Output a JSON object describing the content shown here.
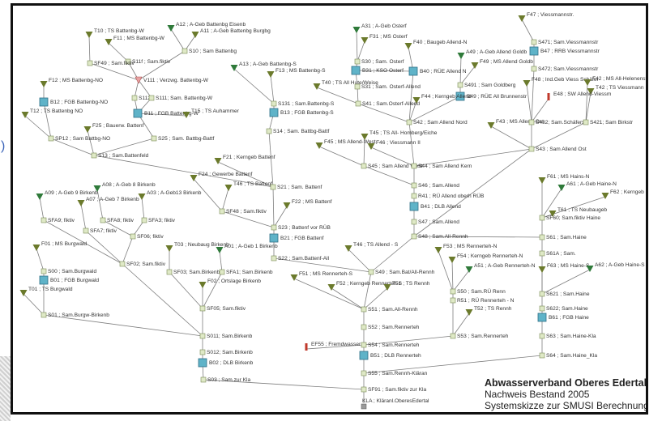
{
  "colors": {
    "basin": "#5fb3c8",
    "basin_stroke": "#2f6f86",
    "inflow": "#6b7a2c",
    "inflow_green": "#2f7a3a",
    "node": "#dfe9c6",
    "node_stroke": "#7a8a55",
    "edge": "#7e7e7e",
    "text": "#333333"
  },
  "title": {
    "line1": "Abwasserverband Oberes Edertal",
    "line2": "Nachweis Bestand 2005",
    "line3": "Systemskizze zur SMUSI Berechnung"
  },
  "side_mark": ")",
  "nodes": [
    {
      "id": "T10",
      "label": "T10 ; TS Battenbg-W",
      "kind": "inflow"
    },
    {
      "id": "A12",
      "label": "A12 ; A-Geb Battenbg Eisenb",
      "kind": "inflow_green"
    },
    {
      "id": "A11",
      "label": "A11 ; A-Geb Battenbg Burgbg",
      "kind": "inflow"
    },
    {
      "id": "F11",
      "label": "F11 ; MS Battenbg-W",
      "kind": "inflow"
    },
    {
      "id": "S10",
      "label": "S10 ; Sam Battenbg",
      "kind": "node"
    },
    {
      "id": "S11f",
      "label": "S11f ; Sam.fiktiv",
      "kind": "node"
    },
    {
      "id": "SF49",
      "label": "SF49 ; Sam.fiktiv",
      "kind": "node"
    },
    {
      "id": "V111",
      "label": "V111 ; Verzwg. Battenbg-W",
      "kind": "split"
    },
    {
      "id": "F12",
      "label": "F12 ; MS Battenbg-NO",
      "kind": "inflow"
    },
    {
      "id": "B12",
      "label": "B12 ; FGB Battenbg-NO",
      "kind": "basin"
    },
    {
      "id": "S112",
      "label": "S112;",
      "kind": "node"
    },
    {
      "id": "S111",
      "label": "S111; Sam. Battenbg-W",
      "kind": "node"
    },
    {
      "id": "B11",
      "label": "B11 ; FGB Battenbg-W",
      "kind": "basin"
    },
    {
      "id": "T15",
      "label": "T15 ; TS Auhammer",
      "kind": "inflow"
    },
    {
      "id": "T12",
      "label": "T12 ; TS Battenbg NO",
      "kind": "inflow"
    },
    {
      "id": "F25",
      "label": "F25 ; Bauerw. Battenf",
      "kind": "inflow"
    },
    {
      "id": "SP12",
      "label": "SP12 ; Sam Battbg-NO",
      "kind": "node"
    },
    {
      "id": "S25",
      "label": "S25 ; Sam. Battbg-Battf",
      "kind": "node"
    },
    {
      "id": "S13",
      "label": "S13 ; Sam.Battenfeld",
      "kind": "node"
    },
    {
      "id": "A13",
      "label": "A13 ; A-Geb Battenbg-S",
      "kind": "inflow_green"
    },
    {
      "id": "F13",
      "label": "F13 ; MS Battenbg-S",
      "kind": "inflow"
    },
    {
      "id": "S131",
      "label": "S131 ; Sam.Battenbg-S",
      "kind": "node"
    },
    {
      "id": "B13",
      "label": "B13 ; FGB Battenbg-S",
      "kind": "basin"
    },
    {
      "id": "S14",
      "label": "S14 ; Sam. Battbg-Battf",
      "kind": "node"
    },
    {
      "id": "F21",
      "label": "F21 ; Kerngeb Battenf",
      "kind": "inflow"
    },
    {
      "id": "F24",
      "label": "F24 ; Gewerbe Battenf",
      "kind": "inflow"
    },
    {
      "id": "T46t",
      "label": "T46 ; TS Battenf",
      "kind": "inflow"
    },
    {
      "id": "S21",
      "label": "S21 ; Sam. Battenf",
      "kind": "node"
    },
    {
      "id": "SF48",
      "label": "SF48 ; Sam.fiktiv",
      "kind": "node"
    },
    {
      "id": "F22",
      "label": "F22 ; MS Battenf",
      "kind": "inflow"
    },
    {
      "id": "S23",
      "label": "S23 ; Battenf vor RÜB",
      "kind": "node"
    },
    {
      "id": "B21",
      "label": "B21 ; FGB Battenf",
      "kind": "basin"
    },
    {
      "id": "S22",
      "label": "S22 ; Sam.Battenf-All",
      "kind": "node"
    },
    {
      "id": "A31",
      "label": "A31 ; A-Geb Osterf",
      "kind": "inflow_green"
    },
    {
      "id": "F31",
      "label": "F31 ; MS Osterf",
      "kind": "inflow"
    },
    {
      "id": "F40",
      "label": "F40 ; Baugeb Allend-N",
      "kind": "inflow"
    },
    {
      "id": "A49",
      "label": "A49 ; A-Geb Allend Goldb",
      "kind": "inflow_green"
    },
    {
      "id": "S30",
      "label": "S30 ; Sam. Osterf",
      "kind": "node"
    },
    {
      "id": "B31",
      "label": "B31 ; KSO Osterf",
      "kind": "basin"
    },
    {
      "id": "B40",
      "label": "B40 ; RÜE Allend N",
      "kind": "basin"
    },
    {
      "id": "F49",
      "label": "F49 ; MS Allend Goldb",
      "kind": "inflow"
    },
    {
      "id": "T40",
      "label": "T40 ; TS All Hute/Weise",
      "kind": "inflow"
    },
    {
      "id": "S31",
      "label": "S31 ; Sam. Osterf-Allend",
      "kind": "node"
    },
    {
      "id": "S491",
      "label": "S491 ; Sam Goldberg",
      "kind": "node"
    },
    {
      "id": "B49",
      "label": "B49 ; RÜE All Brunnenstr",
      "kind": "basin"
    },
    {
      "id": "F44",
      "label": "F44 ; Kerngeb Allend",
      "kind": "inflow"
    },
    {
      "id": "S41",
      "label": "S41 ; Sam.Osterf-Allend",
      "kind": "node"
    },
    {
      "id": "S42",
      "label": "S42 ; Sam Allend Nord",
      "kind": "node"
    },
    {
      "id": "T45",
      "label": "T45 ; TS All- Homberg/Eiche",
      "kind": "inflow"
    },
    {
      "id": "F45",
      "label": "F45 ; MS Allend-West",
      "kind": "inflow"
    },
    {
      "id": "F46",
      "label": "F46 ; Viessmann II",
      "kind": "inflow"
    },
    {
      "id": "S45",
      "label": "S45 ; Sam Allend West",
      "kind": "node"
    },
    {
      "id": "S44",
      "label": "S44 ; Sam Allend Kern",
      "kind": "node"
    },
    {
      "id": "S46",
      "label": "S46 ; Sam.Allend",
      "kind": "node"
    },
    {
      "id": "R41",
      "label": "R41 ; RÜ Allend oberh RÜB",
      "kind": "node"
    },
    {
      "id": "B41",
      "label": "B41 ; DLB Allend",
      "kind": "basin"
    },
    {
      "id": "S47",
      "label": "S47 ; Sam.Allend",
      "kind": "node"
    },
    {
      "id": "S48",
      "label": "S48 ; Sam.All-Rennh",
      "kind": "node"
    },
    {
      "id": "F47",
      "label": "F47 ; Viessmannstr.",
      "kind": "inflow"
    },
    {
      "id": "S471",
      "label": "S471; Sam.Viessmannstr",
      "kind": "node"
    },
    {
      "id": "B47",
      "label": "B47 ; RRB Viessmannstr",
      "kind": "basin"
    },
    {
      "id": "S472",
      "label": "S472; Sam.Viessmannstr",
      "kind": "node"
    },
    {
      "id": "F48",
      "label": "F48 ; Ind.Geb Viess Schäfer",
      "kind": "inflow"
    },
    {
      "id": "F42",
      "label": "F42 ; MS All-Helenenstr-Viess",
      "kind": "inflow"
    },
    {
      "id": "T42",
      "label": "T42 ; TS Viessmann",
      "kind": "inflow"
    },
    {
      "id": "E48",
      "label": "E48 ; SW Allend-Viessm",
      "kind": "inflow_red"
    },
    {
      "id": "F43",
      "label": "F43 ; MS Allend-Ost",
      "kind": "inflow"
    },
    {
      "id": "S482",
      "label": "S482; Sam.Schäferstr",
      "kind": "node"
    },
    {
      "id": "S421",
      "label": "S421; Sam Birkstr",
      "kind": "node"
    },
    {
      "id": "S43",
      "label": "S43 ; Sam Allend Ost",
      "kind": "node"
    },
    {
      "id": "A09",
      "label": "A09 ; A-Geb 9 Birkenb",
      "kind": "inflow_green"
    },
    {
      "id": "A08",
      "label": "A08 ; A-Geb 8 Birkenb",
      "kind": "inflow_green"
    },
    {
      "id": "A07",
      "label": "A07 ; A-Geb 7 Birkenb",
      "kind": "inflow"
    },
    {
      "id": "A03",
      "label": "A03 ; A-Geb13 Birkenb",
      "kind": "inflow"
    },
    {
      "id": "SFA9",
      "label": "SFA9; fiktiv",
      "kind": "node"
    },
    {
      "id": "SFA8",
      "label": "SFA8; fiktiv",
      "kind": "node"
    },
    {
      "id": "SFA3",
      "label": "SFA3; fiktiv",
      "kind": "node"
    },
    {
      "id": "SFA7",
      "label": "SFA7; fiktiv",
      "kind": "node"
    },
    {
      "id": "SF06",
      "label": "SF06; fiktiv",
      "kind": "node"
    },
    {
      "id": "F01",
      "label": "F01 ; MS Burgwald",
      "kind": "inflow"
    },
    {
      "id": "SF02",
      "label": "SF02; Sam.fiktiv",
      "kind": "node"
    },
    {
      "id": "S00",
      "label": "S00 ; Sam.Burgwald",
      "kind": "node"
    },
    {
      "id": "B01",
      "label": "B01 ; FGB Burgwald",
      "kind": "basin"
    },
    {
      "id": "T01",
      "label": "T01 ; TS Burgwald",
      "kind": "inflow"
    },
    {
      "id": "S01",
      "label": "S01 ; Sam.Burgw-Birkenb",
      "kind": "node"
    },
    {
      "id": "T03",
      "label": "T03 ; Neubaug Birkenb",
      "kind": "inflow"
    },
    {
      "id": "A01",
      "label": "A01 ; A-Geb 1 Birkenb",
      "kind": "inflow_green"
    },
    {
      "id": "SF03",
      "label": "SF03; Sam.Birkenb",
      "kind": "node"
    },
    {
      "id": "SFA1",
      "label": "SFA1; Sam.Birkenb",
      "kind": "node"
    },
    {
      "id": "F02",
      "label": "F02 ; Ortslage Birkenb",
      "kind": "inflow"
    },
    {
      "id": "SF05",
      "label": "SF05; Sam.fiktiv",
      "kind": "node"
    },
    {
      "id": "S011",
      "label": "S011; Sam.Birkenb",
      "kind": "node"
    },
    {
      "id": "S012",
      "label": "S012; Sam.Birkenb",
      "kind": "node"
    },
    {
      "id": "B02",
      "label": "B02 ; DLB Birkenb",
      "kind": "basin"
    },
    {
      "id": "S03",
      "label": "S03 ; Sam.zur Kla",
      "kind": "node"
    },
    {
      "id": "T46",
      "label": "T46 ; TS Allend - S",
      "kind": "inflow"
    },
    {
      "id": "F53",
      "label": "F53 ; MS Rennerteh-N",
      "kind": "inflow"
    },
    {
      "id": "F54",
      "label": "F54 ; Kerngeb Rennerteh-N",
      "kind": "inflow"
    },
    {
      "id": "A51",
      "label": "A51 ; A-Geb Rennerteh-N",
      "kind": "inflow_green"
    },
    {
      "id": "S49",
      "label": "S49 ; Sam.Bat/All-Rennh",
      "kind": "node"
    },
    {
      "id": "F51",
      "label": "F51 ; MS Rennerteh-S",
      "kind": "inflow"
    },
    {
      "id": "F52",
      "label": "F52 ; Kerngeb Rennerteh-S",
      "kind": "inflow"
    },
    {
      "id": "T51",
      "label": "T51 ; TS Rennh",
      "kind": "inflow"
    },
    {
      "id": "S50",
      "label": "S50 ; Sam.RÜ Renn",
      "kind": "node"
    },
    {
      "id": "R51",
      "label": "R51 ; RÜ Rennerteh - N",
      "kind": "node"
    },
    {
      "id": "T52",
      "label": "T52 ; TS Rennh",
      "kind": "inflow"
    },
    {
      "id": "S51",
      "label": "S51 ; Sam.All-Rennh",
      "kind": "node"
    },
    {
      "id": "S52",
      "label": "S52 ; Sam.Rennerteh",
      "kind": "node"
    },
    {
      "id": "S53",
      "label": "S53 ; Sam.Rennerteh",
      "kind": "node"
    },
    {
      "id": "EF55",
      "label": "EF55 ; Fremdwasser",
      "kind": "inflow_red"
    },
    {
      "id": "S54",
      "label": "S54 ; Sam.Rennerteh",
      "kind": "node"
    },
    {
      "id": "B51",
      "label": "B51 ; DLB Rennerteh",
      "kind": "basin"
    },
    {
      "id": "S55",
      "label": "S55 ; Sam.Rennh-Kläran",
      "kind": "node"
    },
    {
      "id": "SF91",
      "label": "SF91 ; Sam.fiktiv zur Kla",
      "kind": "node"
    },
    {
      "id": "KLA",
      "label": "KLA ; Kläranl.OberesEdertal",
      "kind": "plant"
    },
    {
      "id": "F61",
      "label": "F61 ; MS Hains-N",
      "kind": "inflow"
    },
    {
      "id": "A61",
      "label": "A61 ; A-Geb Haine-N",
      "kind": "inflow_green"
    },
    {
      "id": "F62",
      "label": "F62 ; Kerngeb Haine-N",
      "kind": "inflow"
    },
    {
      "id": "T61",
      "label": "T61 ; TS Neubaugeb",
      "kind": "inflow"
    },
    {
      "id": "SF60",
      "label": "SF60; Sam.fiktiv Haine",
      "kind": "node"
    },
    {
      "id": "S61",
      "label": "S61 ; Sam.Haine",
      "kind": "node"
    },
    {
      "id": "S61A",
      "label": "S61A ; Sam.",
      "kind": "node"
    },
    {
      "id": "F63",
      "label": "F63 ; MS Haine-S",
      "kind": "inflow"
    },
    {
      "id": "A62",
      "label": "A62 ; A-Geb Haine-S",
      "kind": "inflow_green"
    },
    {
      "id": "S621",
      "label": "S621 ; Sam.Haine",
      "kind": "node"
    },
    {
      "id": "S622",
      "label": "S622; Sam.Haine",
      "kind": "node"
    },
    {
      "id": "B61",
      "label": "B61 ; FGB Haine",
      "kind": "basin"
    },
    {
      "id": "S63",
      "label": "S63 ; Sam.Haine-Kla",
      "kind": "node"
    },
    {
      "id": "S64",
      "label": "S64 ; Sam.Haine_Kla",
      "kind": "node"
    }
  ]
}
